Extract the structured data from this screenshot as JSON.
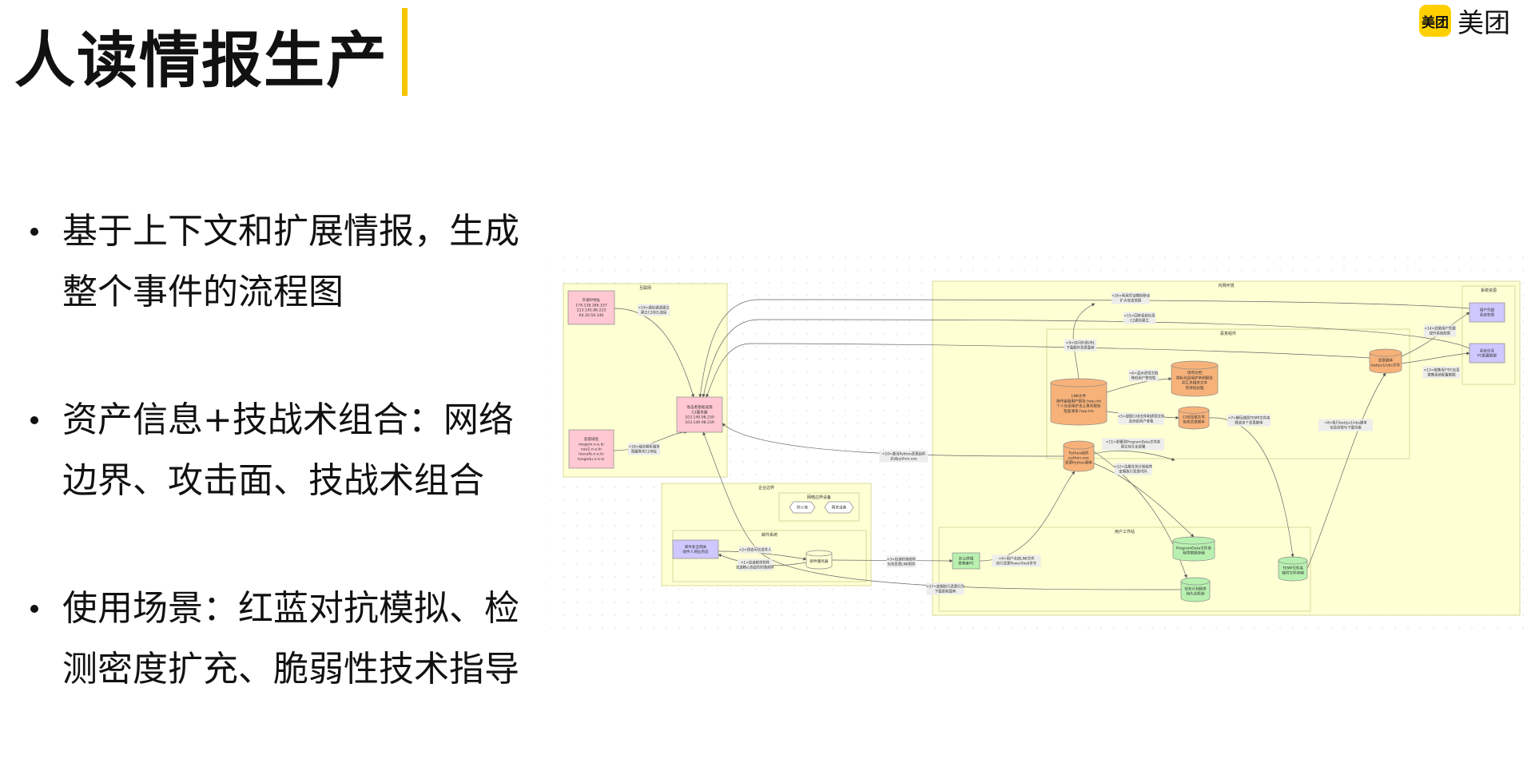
{
  "slide": {
    "title": "人读情报生产",
    "logo": {
      "badge": "美团",
      "text": "美团"
    },
    "bullets": [
      "基于上下文和扩展情报，生成整个事件的流程图",
      "资产信息+技战术组合：网络边界、攻击面、技战术组合",
      "使用场景：红蓝对抗模拟、检测密度扩充、脆弱性技术指导"
    ]
  },
  "diagram": {
    "zones": {
      "internet": "互联网",
      "enterprise": "企业边界",
      "netdevices": "网络边界设备",
      "mailsys": "邮件系统",
      "intranet": "内网环境",
      "malware": "恶意组件",
      "workstation": "用户工作站",
      "sysres": "系统资源"
    },
    "nodes": {
      "ext_ip": [
        "外部IP地址",
        "174.138.186.157",
        "213.145.86.223",
        "64.20.59.146"
      ],
      "mal_domain": [
        "恶意域名",
        "mogem.n-e.kr",
        "nau2.n-e.kr",
        "leecafe.n-e.kr",
        "tongedu.n-e.kr"
      ],
      "c2": [
        "攻击者基础设施",
        "C2服务器",
        "103.149.98.230",
        "103.149.98.239"
      ],
      "firewall": "防火墙",
      "detector": "网关设备",
      "mail_gw": [
        "邮件安全网关",
        "收件人地址伪造"
      ],
      "mail_server": "邮件服务器",
      "office_pc": [
        "办公终端",
        "受害者PC"
      ],
      "lnk": [
        "LNK文件",
        "操作金融用户报告.hwp.lnk",
        "个人信息保护法上事务报告",
        "检查清单.hwp.lnk"
      ],
      "decoy": [
        "诱饵文档",
        "隐私信息保护条例报告",
        "并汇总相关文件",
        "夹持续处理"
      ],
      "cab": [
        "CAB压缩文件",
        "包含恶意脚本"
      ],
      "python": [
        "Python组件",
        "python.exe",
        "恶意Python脚本"
      ],
      "progdata": [
        "ProgramData文件夹",
        "程序数据存储"
      ],
      "sched": [
        "任务计划程序",
        "持久化机制"
      ],
      "temp": [
        "TEMP文件夹",
        "临时文件存储"
      ],
      "vbs": [
        "恶意脚本",
        "bat/ps1/vbs文件"
      ],
      "cred": [
        "用户凭据",
        "系统权限"
      ],
      "sysinfo": [
        "系统信息",
        "PC配置数据"
      ]
    },
    "edges": {
      "e_ip": [
        "<19>通信通道建立",
        "建立C2持久连接"
      ],
      "e_dom": [
        "<18>域名解析服务",
        "隐藏真实C2地址"
      ],
      "e16": [
        "<16>利用凭证横向移动",
        "扩大攻击范围"
      ],
      "e15": [
        "<15>回传系统信息",
        "C2通信建立"
      ],
      "e9": [
        "<9>访问外部URL",
        "下载额外恶意载荷"
      ],
      "e10": [
        "<10>激活Python恶意组件",
        "启动python.exe"
      ],
      "e2": [
        "<2>伪造可信发件人"
      ],
      "e1": [
        "<1>投递邮件附件",
        "发送精心伪造的钓鱼邮件"
      ],
      "e3": [
        "<3>投递钓鱼邮件",
        "包含恶意LNK附件"
      ],
      "e4": [
        "<4>用户点击LNK文件",
        "执行恶意PowerShell命令"
      ],
      "e6": [
        "<6>显示诱饵文档",
        "降低用户警觉性"
      ],
      "e5": [
        "<5>提取CAB文件和诱饵文件",
        "显示给用户查看"
      ],
      "e7": [
        "<7>解压缩到TEMP文件夹",
        "释放多个恶意脚本"
      ],
      "e11": [
        "<11>部署到ProgramData文件夹",
        "建立持久化部署"
      ],
      "e12": [
        "<12>注册任务计划程序",
        "定期执行恶意代码"
      ],
      "e17": [
        "<17>定期执行恶意行为",
        "下载更新载荷"
      ],
      "e8": [
        "<8>执行bat/ps1/vbs脚本",
        "信息窃取与下载功能"
      ],
      "e14": [
        "<14>窃取用户凭据",
        "提升系统权限"
      ],
      "e13": [
        "<13>收集用户PC信息",
        "搜集系统配置数据"
      ]
    }
  },
  "colors": {
    "accent_yellow": "#f6c600",
    "zone_fill": "#ffffd4",
    "zone_stroke": "#d8d89a",
    "pink": "#ffc8d2",
    "orange": "#f7b27a",
    "green": "#b8f0b0",
    "purple": "#cfc8ff",
    "label_bg": "#ececec"
  }
}
